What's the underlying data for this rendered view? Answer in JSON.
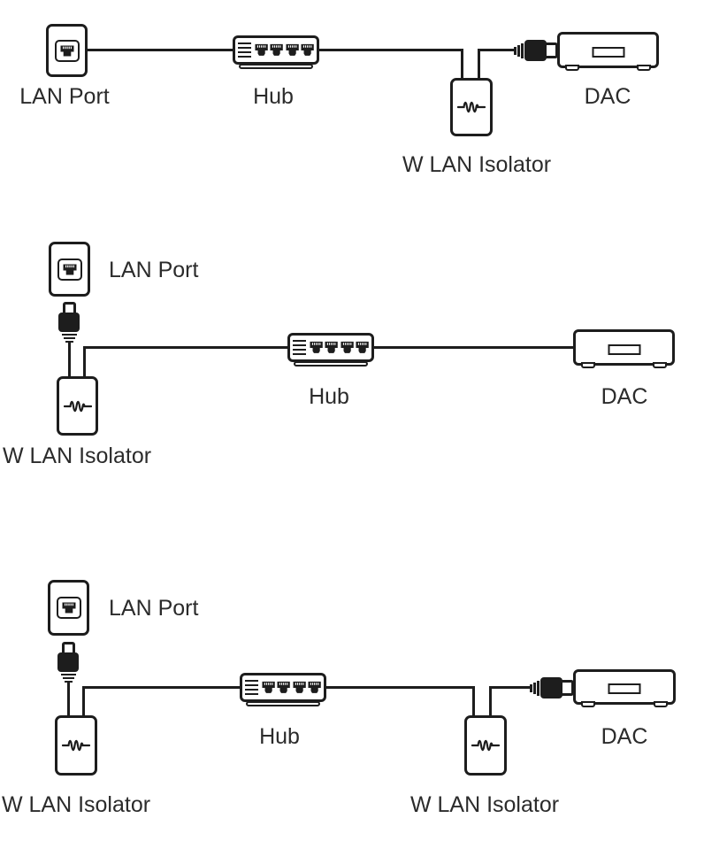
{
  "page": {
    "background": "#ffffff",
    "line_color": "#1d1d1d",
    "text_color": "#2b2b2b"
  },
  "diagram": {
    "description": "Three audio network wiring setups showing LAN isolator placement options",
    "rows": [
      {
        "id": "setup-1",
        "labels": {
          "lan_port": "LAN Port",
          "hub": "Hub",
          "isolator": "W LAN Isolator",
          "dac": "DAC"
        },
        "connection_order": [
          "LAN Port",
          "Hub",
          "W LAN Isolator",
          "DAC"
        ]
      },
      {
        "id": "setup-2",
        "labels": {
          "lan_port": "LAN Port",
          "isolator": "W LAN Isolator",
          "hub": "Hub",
          "dac": "DAC"
        },
        "connection_order": [
          "LAN Port",
          "W LAN Isolator",
          "Hub",
          "DAC"
        ]
      },
      {
        "id": "setup-3",
        "labels": {
          "lan_port": "LAN Port",
          "isolator_left": "W LAN Isolator",
          "hub": "Hub",
          "isolator_right": "W LAN Isolator",
          "dac": "DAC"
        },
        "connection_order": [
          "LAN Port",
          "W LAN Isolator",
          "Hub",
          "W LAN Isolator",
          "DAC"
        ]
      }
    ],
    "icons": [
      "lan-wall-port-icon",
      "usb-plug-icon",
      "network-hub-icon",
      "isolator-icon",
      "dac-unit-icon"
    ]
  }
}
